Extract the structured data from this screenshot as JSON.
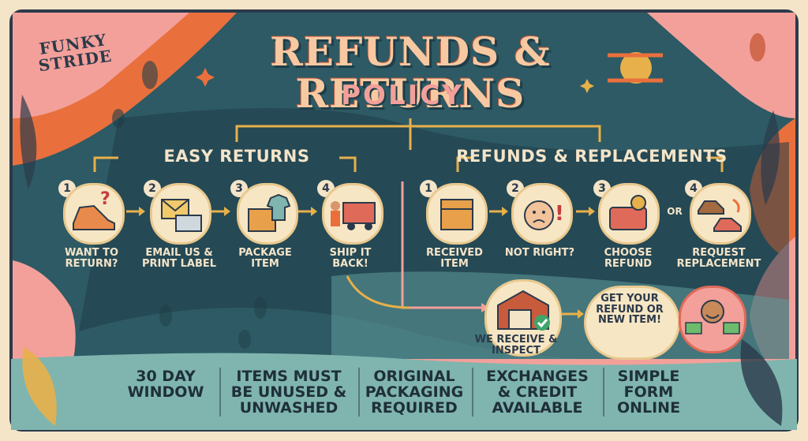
{
  "brand": {
    "name": "FUNKY STRIDE"
  },
  "header": {
    "title": "REFUNDS & RETURNS",
    "subtitle": "POLICY"
  },
  "easy_returns": {
    "heading": "EASY RETURNS",
    "steps": [
      {
        "number": "1",
        "label": "WANT TO RETURN?",
        "icon": "sneaker-question-icon"
      },
      {
        "number": "2",
        "label": "EMAIL US & PRINT LABEL",
        "icon": "envelope-printer-icon"
      },
      {
        "number": "3",
        "label": "PACKAGE ITEM",
        "icon": "box-shirt-icon"
      },
      {
        "number": "4",
        "label": "SHIP IT BACK!",
        "icon": "delivery-truck-icon"
      }
    ]
  },
  "refunds": {
    "heading": "REFUNDS & REPLACEMENTS",
    "steps": [
      {
        "number": "1",
        "label": "RECEIVED ITEM",
        "icon": "box-icon"
      },
      {
        "number": "2",
        "label": "NOT RIGHT?",
        "icon": "sad-face-icon"
      },
      {
        "number": "3",
        "label": "CHOOSE REFUND",
        "icon": "wallet-coin-icon"
      },
      {
        "number": "4",
        "label": "REQUEST REPLACEMENT",
        "icon": "shoe-swap-icon"
      }
    ],
    "or_text": "OR"
  },
  "inspect": {
    "label": "WE RECEIVE & INSPECT"
  },
  "result": {
    "label": "GET YOUR REFUND OR NEW ITEM!"
  },
  "footer": [
    "30 DAY WINDOW",
    "ITEMS MUST BE UNUSED & UNWASHED",
    "ORIGINAL PACKAGING REQUIRED",
    "EXCHANGES & CREDIT AVAILABLE",
    "SIMPLE FORM ONLINE"
  ],
  "colors": {
    "teal": "#2d5a64",
    "dark_teal": "#1f3d48",
    "cream": "#f4e4c8",
    "orange": "#e9703c",
    "pink": "#f3a09a",
    "gold": "#e8b04a"
  }
}
